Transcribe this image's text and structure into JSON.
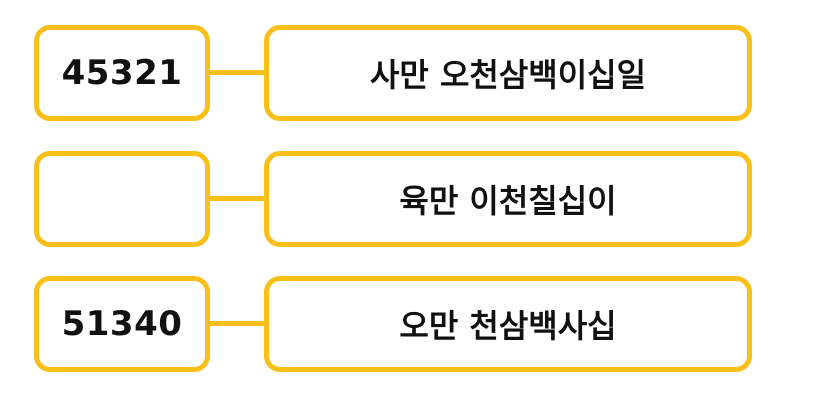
{
  "colors": {
    "accent": "#FBBF1A",
    "text": "#111111",
    "background": "#ffffff"
  },
  "rows": [
    {
      "number": "45321",
      "words": "사만 오천삼백이십일"
    },
    {
      "number": "",
      "words": "육만 이천칠십이"
    },
    {
      "number": "51340",
      "words": "오만 천삼백사십"
    }
  ]
}
